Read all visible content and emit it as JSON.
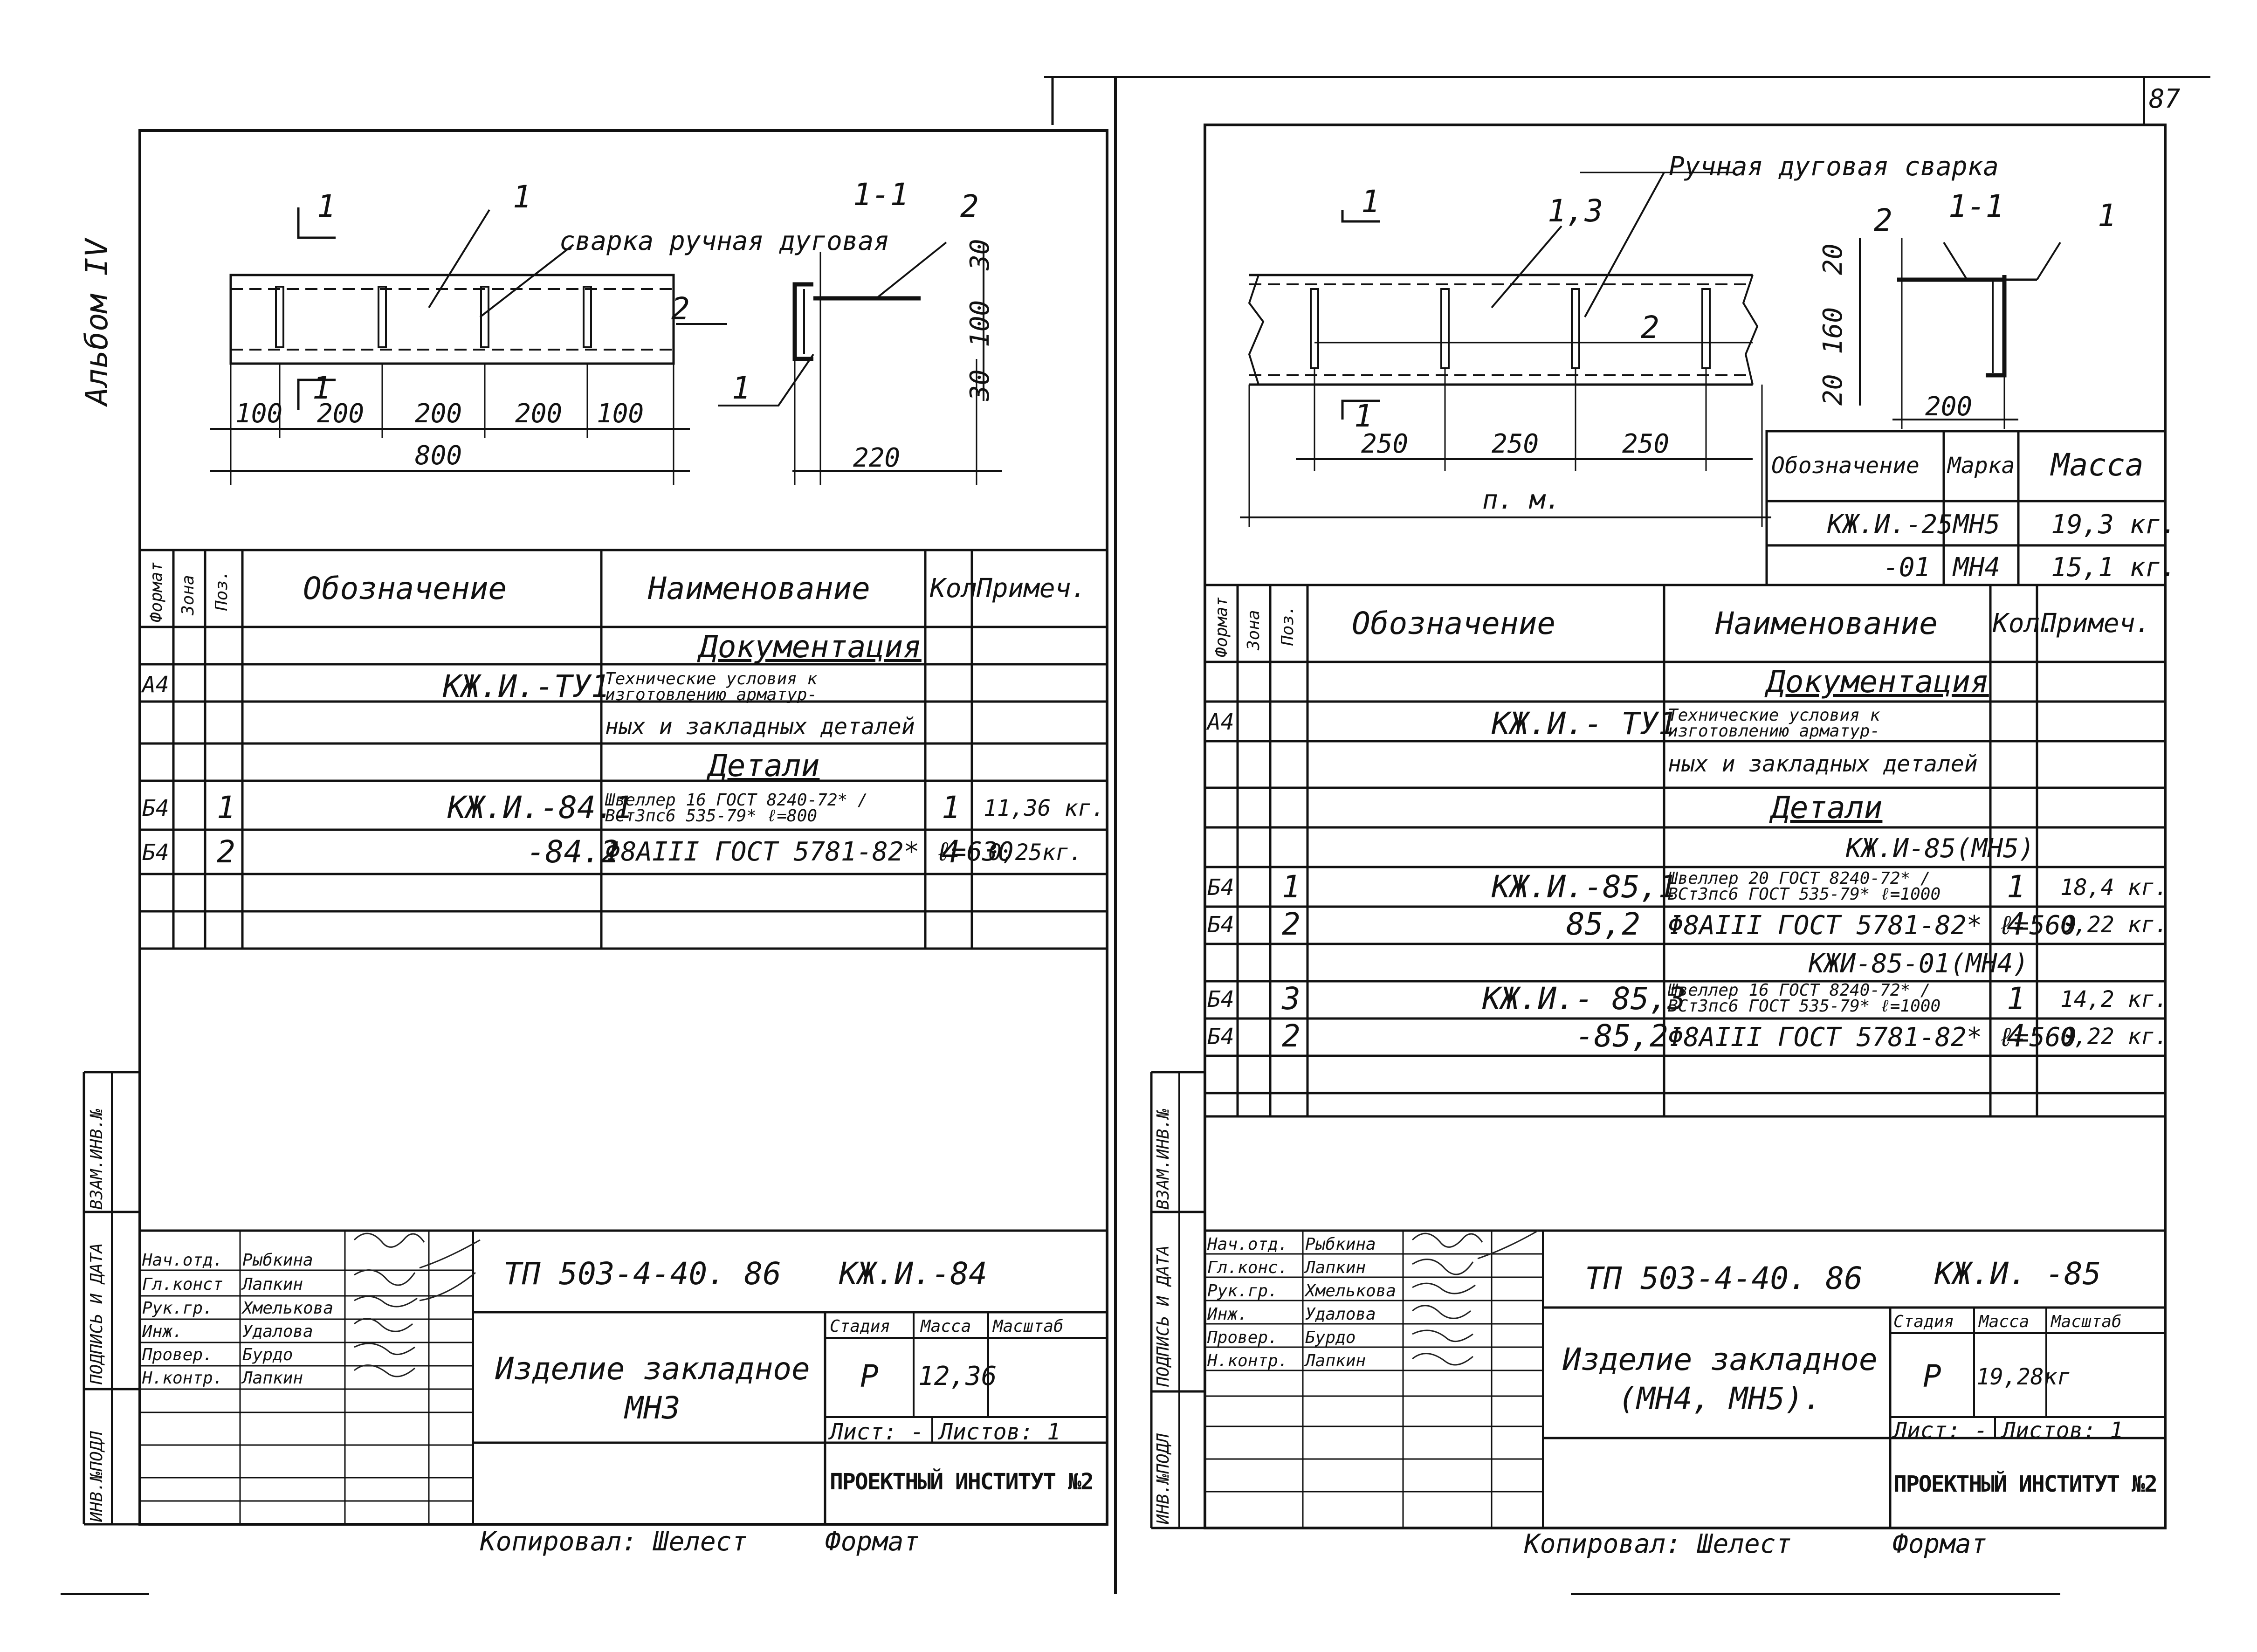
{
  "album_label": "Альбом IV",
  "page_number": "87",
  "side_labels": [
    "ИНВ.№ПОДЛ",
    "ПОДПИСЬ И ДАТА",
    "ВЗАМ.ИНВ.№"
  ],
  "left": {
    "drawing": {
      "section_mark": "1",
      "callout_1": "1",
      "callout_2": "2",
      "callout_weld": "сварка ручная дуговая",
      "section_title": "1-1",
      "sec_callout_2": "2",
      "sec_callout_1": "1",
      "dims_bottom": [
        "100",
        "200",
        "200",
        "200",
        "100"
      ],
      "dim_total": "800",
      "sec_dims_v": [
        "30",
        "100",
        "30"
      ],
      "sec_dim_w": "220"
    },
    "spec": {
      "headers": [
        "Формат",
        "Зона",
        "Поз.",
        "Обозначение",
        "Наименование",
        "Кол",
        "Примеч."
      ],
      "rows": [
        {
          "fmt": "",
          "zone": "",
          "pos": "",
          "desig": "",
          "name": "Документация",
          "qty": "",
          "note": ""
        },
        {
          "fmt": "А4",
          "zone": "",
          "pos": "",
          "desig": "КЖ.И.-ТУ1",
          "name": "Технические условия к изготовлению арматур-",
          "qty": "",
          "note": ""
        },
        {
          "fmt": "",
          "zone": "",
          "pos": "",
          "desig": "",
          "name": "ных и закладных деталей",
          "qty": "",
          "note": ""
        },
        {
          "fmt": "",
          "zone": "",
          "pos": "",
          "desig": "",
          "name": "Детали",
          "qty": "",
          "note": ""
        },
        {
          "fmt": "Б4",
          "zone": "",
          "pos": "1",
          "desig": "КЖ.И.-84.1",
          "name": "Швеллер 16 ГОСТ 8240-72* / ВСт3пс6 535-79* ℓ=800",
          "qty": "1",
          "note": "11,36 кг."
        },
        {
          "fmt": "Б4",
          "zone": "",
          "pos": "2",
          "desig": "-84.2",
          "name": "Φ8АIII ГОСТ 5781-82* ℓ=630",
          "qty": "4",
          "note": "0,25кг."
        }
      ]
    },
    "stamp": {
      "roles": [
        "Нач.отд.",
        "Гл.конст",
        "Рук.гр.",
        "Инж.",
        "Провер.",
        "Н.контр."
      ],
      "names": [
        "Рыбкина",
        "Лапкин",
        "Хмелькова",
        "Удалова",
        "Бурдо",
        "Лапкин"
      ],
      "project": "ТП 503-4-40. 86",
      "code": "КЖ.И.-84",
      "title": "Изделие закладное МН3",
      "col_stage": "Стадия",
      "col_mass": "Масса",
      "col_scale": "Масштаб",
      "stage": "Р",
      "mass": "12,36",
      "sheet": "Лист: -",
      "sheets": "Листов: 1",
      "org": "ПРОЕКТНЫЙ ИНСТИТУТ №2",
      "copied": "Копировал: Шелест",
      "format": "Формат"
    }
  },
  "right": {
    "drawing": {
      "section_mark": "1",
      "callout_13": "1,3",
      "callout_weld": "Ручная дуговая сварка",
      "callout_2": "2",
      "section_title": "1-1",
      "sec_callout_2": "2",
      "sec_callout_1": "1",
      "dims_bottom": [
        "250",
        "250",
        "250"
      ],
      "dim_total": "п. м.",
      "sec_dims_v": [
        "20",
        "160",
        "20"
      ],
      "sec_dim_w": "200"
    },
    "mass_table": {
      "headers": [
        "Обозначение",
        "Марка",
        "Масса"
      ],
      "rows": [
        {
          "desig": "КЖ.И.-25",
          "mark": "МН5",
          "mass": "19,3 кг."
        },
        {
          "desig": "-01",
          "mark": "МН4",
          "mass": "15,1 кг."
        }
      ]
    },
    "spec": {
      "headers": [
        "Формат",
        "Зона",
        "Поз.",
        "Обозначение",
        "Наименование",
        "Кол.",
        "Примеч."
      ],
      "rows": [
        {
          "fmt": "",
          "zone": "",
          "pos": "",
          "desig": "",
          "name": "Документация",
          "qty": "",
          "note": ""
        },
        {
          "fmt": "А4",
          "zone": "",
          "pos": "",
          "desig": "КЖ.И.- ТУ1",
          "name": "Технические условия к изготовлению арматур-",
          "qty": "",
          "note": ""
        },
        {
          "fmt": "",
          "zone": "",
          "pos": "",
          "desig": "",
          "name": "ных и закладных деталей",
          "qty": "",
          "note": ""
        },
        {
          "fmt": "",
          "zone": "",
          "pos": "",
          "desig": "",
          "name": "Детали",
          "qty": "",
          "note": ""
        },
        {
          "fmt": "",
          "zone": "",
          "pos": "",
          "desig": "",
          "name": "КЖ.И-85(МН5)",
          "qty": "",
          "note": ""
        },
        {
          "fmt": "Б4",
          "zone": "",
          "pos": "1",
          "desig": "КЖ.И.-85,1",
          "name": "Швеллер 20 ГОСТ 8240-72* / ВСт3пс6 ГОСТ 535-79* ℓ=1000",
          "qty": "1",
          "note": "18,4 кг."
        },
        {
          "fmt": "Б4",
          "zone": "",
          "pos": "2",
          "desig": "85,2",
          "name": "Φ8АIII ГОСТ 5781-82* ℓ=560",
          "qty": "4",
          "note": "0,22 кг."
        },
        {
          "fmt": "",
          "zone": "",
          "pos": "",
          "desig": "",
          "name": "КЖИ-85-01(МН4)",
          "qty": "",
          "note": ""
        },
        {
          "fmt": "Б4",
          "zone": "",
          "pos": "3",
          "desig": "КЖ.И.- 85,3",
          "name": "Швеллер 16 ГОСТ 8240-72* / ВСт3пс6 ГОСТ 535-79* ℓ=1000",
          "qty": "1",
          "note": "14,2 кг."
        },
        {
          "fmt": "Б4",
          "zone": "",
          "pos": "2",
          "desig": "-85,2",
          "name": "Φ8АIII ГОСТ 5781-82* ℓ=560",
          "qty": "4",
          "note": "0,22 кг."
        }
      ]
    },
    "stamp": {
      "roles": [
        "Нач.отд.",
        "Гл.конс.",
        "Рук.гр.",
        "Инж.",
        "Провер.",
        "Н.контр."
      ],
      "names": [
        "Рыбкина",
        "Лапкин",
        "Хмелькова",
        "Удалова",
        "Бурдо",
        "Лапкин"
      ],
      "project": "ТП 503-4-40. 86",
      "code": "КЖ.И. -85",
      "title": "Изделие закладное (МН4, МН5).",
      "col_stage": "Стадия",
      "col_mass": "Масса",
      "col_scale": "Масштаб",
      "stage": "Р",
      "mass": "19,28кг",
      "sheet": "Лист: -",
      "sheets": "Листов: 1",
      "org": "ПРОЕКТНЫЙ ИНСТИТУТ №2",
      "copied": "Копировал: Шелест",
      "format": "Формат"
    }
  }
}
